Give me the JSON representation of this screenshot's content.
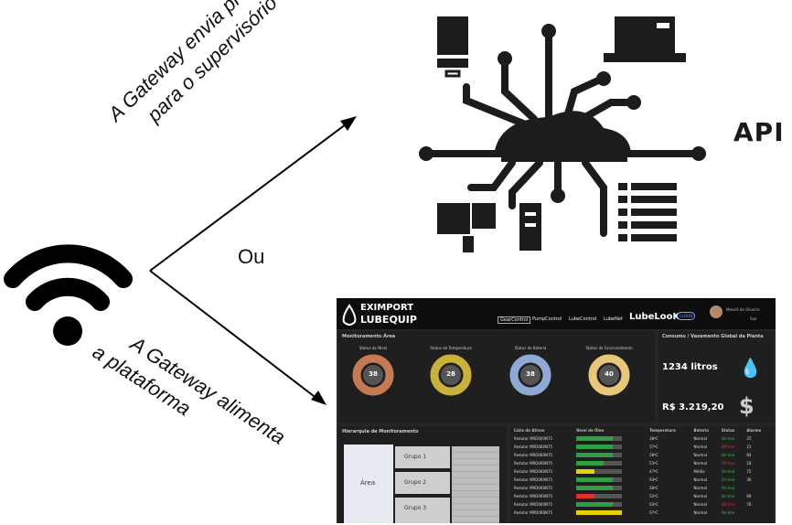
{
  "labels": {
    "top_arrow_line1": "A Gateway envia protocolo API",
    "top_arrow_line2": "para o supervisório",
    "or_label": "Ou",
    "bottom_arrow_line1": "A Gateway alimenta",
    "bottom_arrow_line2": "a plataforma",
    "api_label": "API"
  },
  "icons": {
    "wifi": "wifi-icon",
    "api": "api-network-icon"
  },
  "colors": {
    "ink": "#111111",
    "dashboard_bg": "#262626"
  },
  "dashboard": {
    "brand_top": "EXIMPORT",
    "brand_bottom": "LUBEQUIP",
    "nav": [
      "GearControl",
      "PumpControl",
      "LubeControl",
      "LubeNet"
    ],
    "product": "LubeLooK",
    "cloud_badge": "CLOUD",
    "user_name": "Messiê de Oliveira",
    "exit": "Sair",
    "area_title": "Monitoramento Área",
    "gauges": [
      {
        "title": "Status de Nível",
        "value": "38",
        "color": "#c47a52"
      },
      {
        "title": "Status de Temperatura",
        "value": "28",
        "color": "#c9b23a"
      },
      {
        "title": "Status de Bateria",
        "value": "38",
        "color": "#8fa9d6"
      },
      {
        "title": "Status de Funcionamento",
        "value": "40",
        "color": "#e8c77a"
      }
    ],
    "consumption_title": "Consumo / Vazamento Global da Planta",
    "consumption_value": "1234 litros",
    "cost_value": "R$ 3.219,20",
    "hierarchy_title": "Hierarquia de Monitoramento",
    "area_label": "Área",
    "groups": [
      "Grupo 1",
      "Grupo 2",
      "Grupo 3"
    ],
    "alarm_headers": [
      "Lista de Ativos",
      "Nível de Óleo",
      "Temperatura",
      "Bateria",
      "Status",
      "Alarme"
    ],
    "alarm_rows": [
      {
        "name": "Redutor MRD060N75",
        "level": 0.8,
        "color": "#2ea043",
        "temp": "38ºC",
        "battery": "Normal",
        "status": "On-line",
        "alarm": "25"
      },
      {
        "name": "Redutor MRD060N75",
        "level": 0.8,
        "color": "#2ea043",
        "temp": "57ºC",
        "battery": "Normal",
        "status": "Off-line",
        "alarm": "21"
      },
      {
        "name": "Redutor MRD060N75",
        "level": 0.8,
        "color": "#2ea043",
        "temp": "58ºC",
        "battery": "Normal",
        "status": "On-line",
        "alarm": "84"
      },
      {
        "name": "Redutor MRD060N75",
        "level": 0.6,
        "color": "#2ea043",
        "temp": "53ºC",
        "battery": "Normal",
        "status": "Off-line",
        "alarm": "18"
      },
      {
        "name": "Redutor MRD060N75",
        "level": 0.4,
        "color": "#e6d200",
        "temp": "47ºC",
        "battery": "Média",
        "status": "On-line",
        "alarm": "72"
      },
      {
        "name": "Redutor MRD060N75",
        "level": 0.8,
        "color": "#2ea043",
        "temp": "63ºC",
        "battery": "Normal",
        "status": "On-line",
        "alarm": "36"
      },
      {
        "name": "Redutor MRD060N75",
        "level": 0.8,
        "color": "#2ea043",
        "temp": "58ºC",
        "battery": "Normal",
        "status": "On-line",
        "alarm": ""
      },
      {
        "name": "Redutor MRD060N75",
        "level": 0.4,
        "color": "#e0302a",
        "temp": "52ºC",
        "battery": "Normal",
        "status": "On-line",
        "alarm": "69"
      },
      {
        "name": "Redutor MRD060N75",
        "level": 0.8,
        "color": "#2ea043",
        "temp": "63ºC",
        "battery": "Normal",
        "status": "Off-line",
        "alarm": "76"
      },
      {
        "name": "Redutor MRD060N75",
        "level": 1.0,
        "color": "#e6d200",
        "temp": "67ºC",
        "battery": "Normal",
        "status": "On-line",
        "alarm": ""
      }
    ]
  }
}
